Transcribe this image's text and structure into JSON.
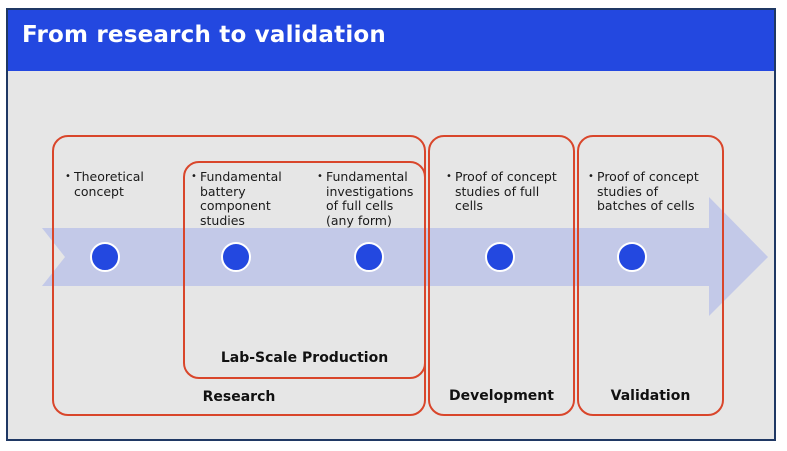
{
  "slide": {
    "title": "From research to validation",
    "colors": {
      "accent": "#2348e0",
      "frame": "#d9462b",
      "arrow": "#c3c9e8",
      "background": "#e6e6e6"
    }
  },
  "stages": [
    {
      "id": "theoretical",
      "text": "Theoretical concept"
    },
    {
      "id": "component",
      "text": "Fundamental battery component studies"
    },
    {
      "id": "fullcells",
      "text": "Fundamental investigations of full cells (any form)"
    },
    {
      "id": "proof-full",
      "text": "Proof of concept studies of full cells"
    },
    {
      "id": "proof-batches",
      "text": "Proof of concept studies of batches of cells"
    }
  ],
  "phases": {
    "lab_scale": "Lab-Scale Production",
    "research": "Research",
    "development": "Development",
    "validation": "Validation"
  }
}
